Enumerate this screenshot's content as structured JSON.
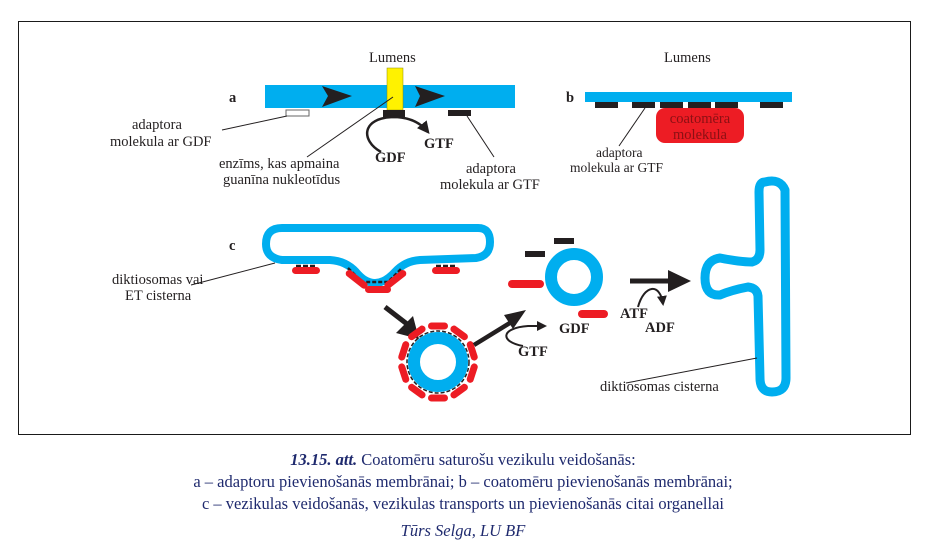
{
  "figure": {
    "panel_labels": {
      "a": "a",
      "b": "b",
      "c": "c"
    },
    "panel_a": {
      "lumen_label": "Lumens",
      "adaptor_gdf": [
        "adaptora",
        "molekula ar GDF"
      ],
      "enzyme": [
        "enzīms, kas apmaina",
        "guanīna nukleotīdus"
      ],
      "gdf": "GDF",
      "gtf": "GTF",
      "adaptor_gtf": [
        "adaptora",
        "molekula ar GTF"
      ]
    },
    "panel_b": {
      "lumen_label": "Lumens",
      "coatomer": [
        "coatomēra",
        "molekula"
      ],
      "adaptor_gtf": [
        "adaptora",
        "molekula ar GTF"
      ]
    },
    "panel_c": {
      "source_cisterna": [
        "diktiosomas vai",
        "ET cisterna"
      ],
      "gtf": "GTF",
      "gdf": "GDF",
      "atf": "ATF",
      "adf": "ADF",
      "target_cisterna": "diktiosomas cisterna"
    },
    "colors": {
      "membrane": "#00aeef",
      "enzyme": "#fff200",
      "coatomer": "#ed1c24",
      "adaptor": "#231f20",
      "caption": "#1f2a6e"
    }
  },
  "caption": {
    "fig_number": "13.15.",
    "fig_abbr": "att.",
    "title": "Coatomēru saturošu vezikulu veidošanās:",
    "line2": "a – adaptoru pievienošanās membrānai; b – coatomēru pievienošanās membrānai;",
    "line3": "c – vezikulas veidošanās, vezikulas transports un pievienošanās citai organellai",
    "author": "Tūrs Selga, LU BF"
  }
}
